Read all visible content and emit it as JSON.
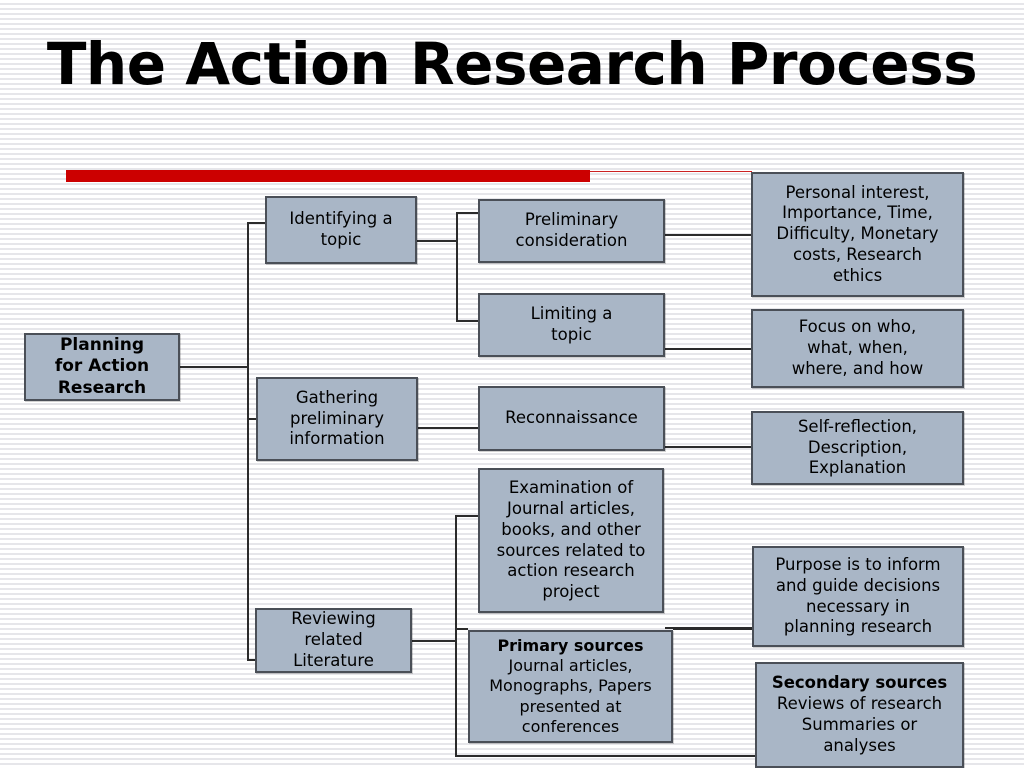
{
  "slide": {
    "title": "The Action Research Process",
    "accent_color": "#cc0000",
    "node_fill": "#a9b6c6",
    "node_border": "#4a4f57"
  },
  "nodes": {
    "root": {
      "label_lines": [
        "Planning",
        "for Action",
        "Research"
      ]
    },
    "level1": [
      {
        "id": "identifying-topic",
        "label_lines": [
          "Identifying a",
          "topic"
        ]
      },
      {
        "id": "gathering-preliminary-information",
        "label_lines": [
          "Gathering",
          "preliminary",
          "information"
        ]
      },
      {
        "id": "reviewing-related-literature",
        "label_lines": [
          "Reviewing",
          "related",
          "Literature"
        ]
      }
    ],
    "level2": [
      {
        "id": "preliminary-consideration",
        "label_lines": [
          "Preliminary",
          "consideration"
        ]
      },
      {
        "id": "limiting-a-topic",
        "label_lines": [
          "Limiting a",
          "topic"
        ]
      },
      {
        "id": "reconnaissance",
        "label_lines": [
          "Reconnaissance"
        ]
      },
      {
        "id": "examination-of-sources",
        "label_lines": [
          "Examination of",
          "Journal articles,",
          "books, and other",
          "sources related to",
          "action research",
          "project"
        ]
      },
      {
        "id": "primary-sources",
        "heading": "Primary sources",
        "label_lines": [
          "Journal articles,",
          "Monographs,  Papers",
          "presented at",
          "conferences"
        ]
      }
    ],
    "level3": [
      {
        "id": "personal-interest-detail",
        "label_lines": [
          "Personal interest,",
          "Importance, Time,",
          "Difficulty, Monetary",
          "costs, Research",
          "ethics"
        ]
      },
      {
        "id": "focus-detail",
        "label_lines": [
          "Focus on who,",
          "what, when,",
          "where, and how"
        ]
      },
      {
        "id": "self-reflection-detail",
        "label_lines": [
          "Self-reflection,",
          "Description,",
          "Explanation"
        ]
      },
      {
        "id": "purpose-detail",
        "label_lines": [
          "Purpose is to inform",
          "and guide decisions",
          "necessary in",
          "planning research"
        ]
      },
      {
        "id": "secondary-sources",
        "heading": "Secondary sources",
        "label_lines": [
          "Reviews of research",
          "Summaries or",
          "analyses"
        ]
      }
    ]
  }
}
